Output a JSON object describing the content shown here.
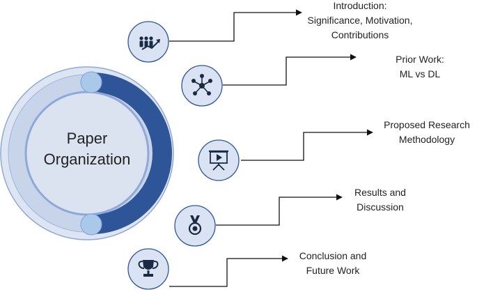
{
  "center": {
    "line1": "Paper",
    "line2": "Organization"
  },
  "sections": [
    {
      "icon": "team-growth-icon",
      "lines": [
        "Introduction:",
        "Significance, Motivation,",
        "Contributions"
      ]
    },
    {
      "icon": "network-hub-icon",
      "lines": [
        "Prior Work:",
        "ML vs DL"
      ]
    },
    {
      "icon": "presentation-board-icon",
      "lines": [
        "Proposed Research",
        "Methodology"
      ]
    },
    {
      "icon": "medal-icon",
      "lines": [
        "Results and",
        "Discussion"
      ]
    },
    {
      "icon": "trophy-icon",
      "lines": [
        "Conclusion and",
        "Future Work"
      ]
    }
  ],
  "colors": {
    "ring_dark": "#2e5597",
    "ring_light": "#c7d4ea",
    "circle_fill": "#dde5f3",
    "circle_stroke": "#8ea9d8",
    "knob": "#a9c8ea",
    "connector": "#111111",
    "icon": "#1b2a44"
  }
}
